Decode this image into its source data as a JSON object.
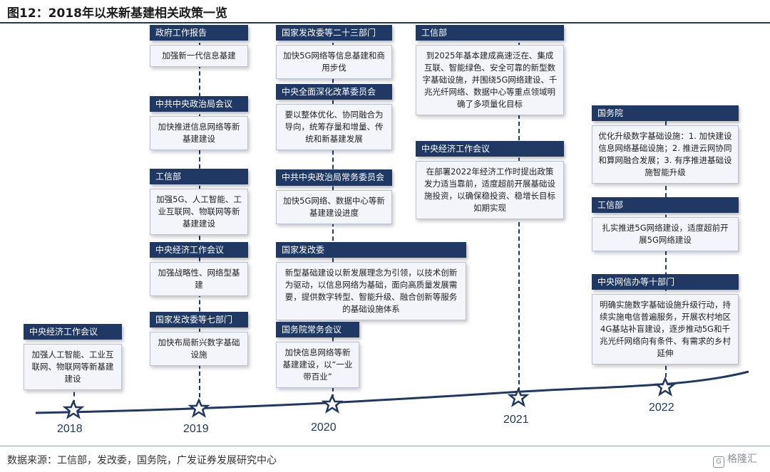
{
  "title": "图12：2018年以来新基建相关政策一览",
  "footer": {
    "source": "数据来源：工信部，发改委，国务院，广发证券发展研究中心",
    "watermark": "格隆汇"
  },
  "years": [
    "2018",
    "2019",
    "2020",
    "2021",
    "2022"
  ],
  "columns": {
    "y2018": [
      {
        "header": "中央经济工作会议",
        "body": "加强人工智能、工业互联网、物联网等新基建建设"
      }
    ],
    "y2019": [
      {
        "header": "政府工作报告",
        "body": "加强新一代信息基建"
      },
      {
        "header": "中共中央政治局会议",
        "body": "加快推进信息网络等新基建建设"
      },
      {
        "header": "工信部",
        "body": "加强5G、人工智能、工业互联网、物联网等新基建建设"
      },
      {
        "header": "中央经济工作会议",
        "body": "加强战略性、网络型基建"
      },
      {
        "header": "国家发改委等七部门",
        "body": "加快布局新兴数字基础设施"
      }
    ],
    "y2020": [
      {
        "header": "国家发改委等二十三部门",
        "body": "加快5G网络等信息基建和商用步伐"
      },
      {
        "header": "中央全面深化改革委员会",
        "body": "要以整体优化、协同融合为导向，统筹存量和增量、传统和新基建发展"
      },
      {
        "header": "中共中央政治局常务委员会",
        "body": "加快5G网络、数据中心等新基建建设进度"
      },
      {
        "header": "国家发改委",
        "body": "新型基础建设以新发展理念为引领，以技术创新为驱动，以信息网络为基础，面向高质量发展需要，提供数字转型、智能升级、融合创新等服务的基础设施体系"
      },
      {
        "header": "国务院常务会议",
        "body": "加快信息网络等新基建建设，以“一业带百业”"
      }
    ],
    "y2021": [
      {
        "header": "工信部",
        "body": "到2025年基本建成高速泛在、集成互联、智能绿色、安全可靠的新型数字基础设施，并围绕5G网络建设、千兆光纤网络、数据中心等重点领域明确了多项量化目标"
      },
      {
        "header": "中央经济工作会议",
        "body": "在部署2022年经济工作时提出政策发力适当靠前，适度超前开展基础设施投资，以确保稳投资、稳增长目标如期实现"
      }
    ],
    "y2022": [
      {
        "header": "国务院",
        "body": "优化升级数字基础设施：1. 加快建设信息网络基础设施；2. 推进云网协同和算网融合发展；3. 有序推进基础设施智能升级"
      },
      {
        "header": "工信部",
        "body": "扎实推进5G网络建设，适度超前开展5G网络建设"
      },
      {
        "header": "中央网信办等十部门",
        "body": "明确实施数字基础设施升级行动，持续实施电信普遍服务，开展农村地区4G基站补盲建设，逐步推动5G和千兆光纤网络向有条件、有需求的乡村延伸"
      }
    ]
  }
}
